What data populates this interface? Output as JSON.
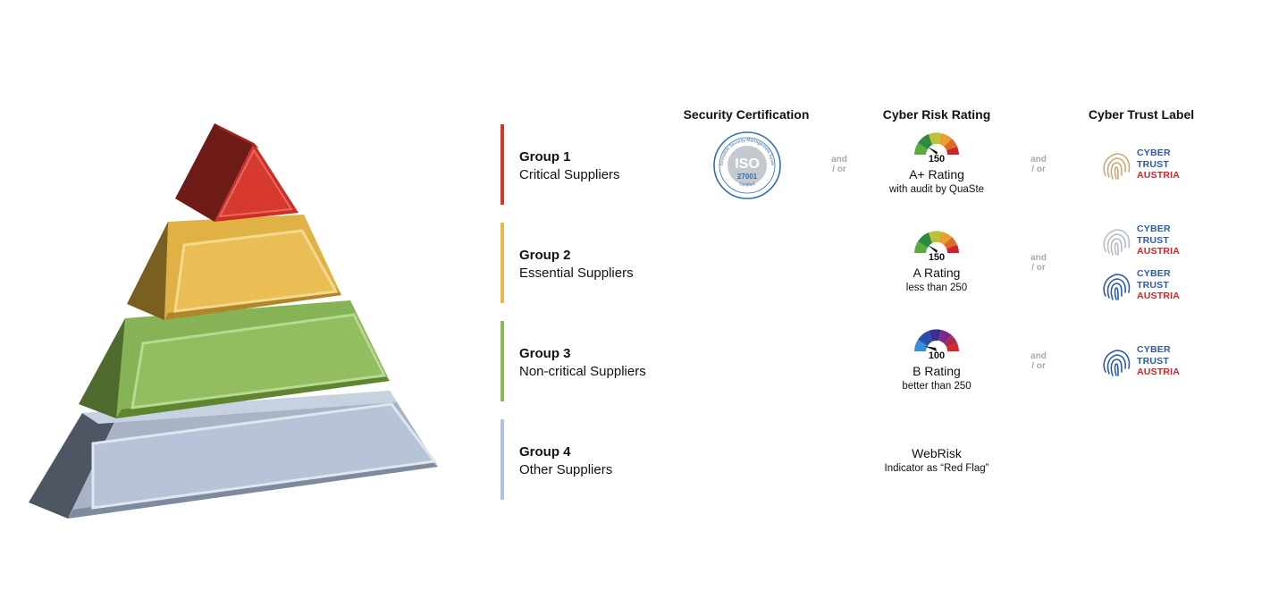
{
  "headers": {
    "security_certification": "Security Certification",
    "cyber_risk_rating": "Cyber Risk Rating",
    "cyber_trust_label": "Cyber Trust Label"
  },
  "groups": [
    {
      "title": "Group 1",
      "subtitle": "Critical Suppliers",
      "color": "#d13a2e"
    },
    {
      "title": "Group 2",
      "subtitle": "Essential Suppliers",
      "color": "#e8b84a"
    },
    {
      "title": "Group 3",
      "subtitle": "Non-critical Suppliers",
      "color": "#8cb85a"
    },
    {
      "title": "Group 4",
      "subtitle": "Other Suppliers",
      "color": "#b3c2d8"
    }
  ],
  "iso_badge": {
    "top_text": "Information Security Management System",
    "logo": "ISO",
    "number": "27001",
    "bottom_text": "Certified"
  },
  "ratings": [
    {
      "value": "150",
      "name": "A+ Rating",
      "sub": "with audit by QuaSte"
    },
    {
      "value": "150",
      "name": "A Rating",
      "sub": "less than 250"
    },
    {
      "value": "100",
      "name": "B Rating",
      "sub": "better than 250"
    }
  ],
  "webrisk": {
    "title": "WebRisk",
    "sub": "Indicator as “Red Flag”"
  },
  "connector": {
    "line1": "and",
    "line2": "/ or"
  },
  "trust_label": {
    "line1": "CYBER",
    "line2": "TRUST",
    "line3": "AUSTRIA"
  },
  "trust_label_variants": {
    "gold": "#c9a878",
    "silver": "#b5bcc6",
    "blue": "#2a5aa8"
  }
}
